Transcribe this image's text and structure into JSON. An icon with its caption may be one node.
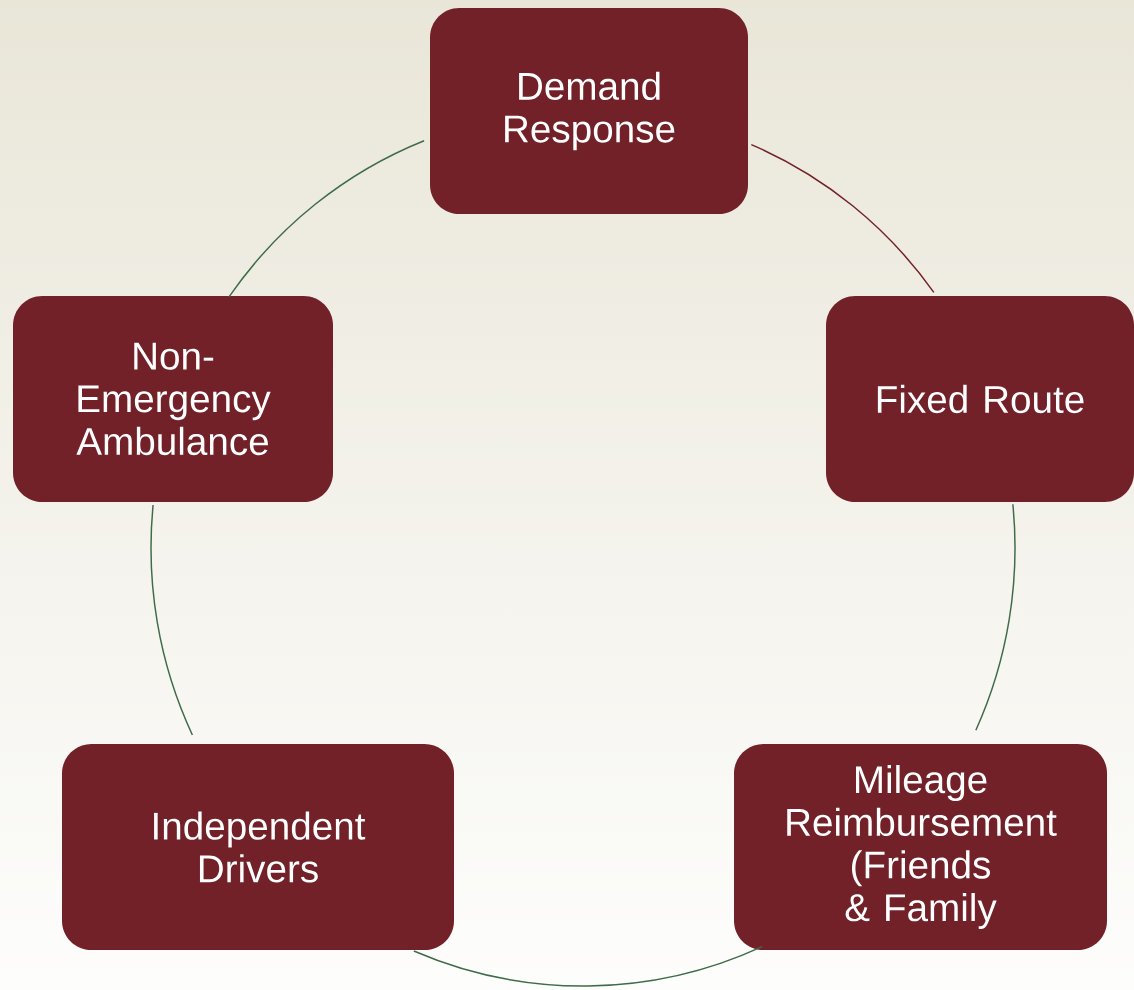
{
  "diagram": {
    "nodes": [
      {
        "text": [
          "Demand Response"
        ]
      },
      {
        "text": [
          "Non-Emergency Ambulance"
        ]
      },
      {
        "text": [
          "Fixed Route"
        ]
      },
      {
        "text": [
          "Independent Drivers"
        ]
      },
      {
        "text": [
          "Mileage Reimbursement (Friends & Family"
        ]
      }
    ],
    "edges": [
      {
        "from": 0,
        "to": 2,
        "arrow": "none",
        "color": "#722129"
      },
      {
        "from": 2,
        "to": 4,
        "arrow": "none"
      },
      {
        "from": 4,
        "to": 3,
        "arrow": "none"
      },
      {
        "from": 3,
        "to": 1,
        "arrow": "none"
      },
      {
        "from": 1,
        "to": 0,
        "arrow": "none"
      }
    ]
  }
}
